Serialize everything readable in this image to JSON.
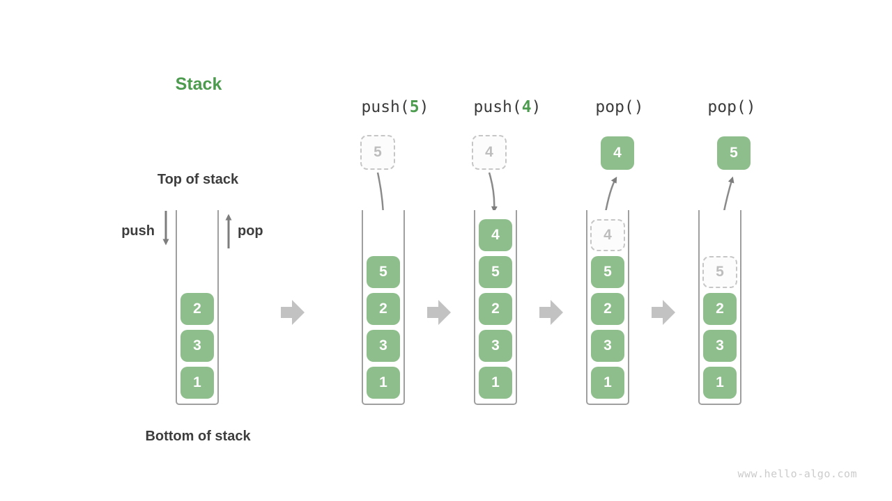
{
  "title": "Stack",
  "labels": {
    "top_of_stack": "Top of stack",
    "bottom_of_stack": "Bottom of stack",
    "push": "push",
    "pop": "pop"
  },
  "watermark": "www.hello-algo.com",
  "colors": {
    "box_green": "#8EBE8B",
    "accent_green": "#4C9B4F",
    "label_dark": "#3d3d3d",
    "arrow_gray": "#7d7d7d",
    "block_arrow_gray": "#c2c2c2",
    "ghost_gray": "#bdbdbd"
  },
  "columns": [
    {
      "items": [
        "2",
        "3",
        "1"
      ]
    },
    {
      "op": {
        "prefix": "push(",
        "arg": "5",
        "suffix": ")"
      },
      "float_value": "5",
      "items": [
        "5",
        "2",
        "3",
        "1"
      ]
    },
    {
      "op": {
        "prefix": "push(",
        "arg": "4",
        "suffix": ")"
      },
      "float_value": "4",
      "items": [
        "4",
        "5",
        "2",
        "3",
        "1"
      ]
    },
    {
      "op": {
        "prefix": "pop(",
        "arg": "",
        "suffix": ")"
      },
      "float_value": "4",
      "ghost": "4",
      "items": [
        "5",
        "2",
        "3",
        "1"
      ]
    },
    {
      "op": {
        "prefix": "pop(",
        "arg": "",
        "suffix": ")"
      },
      "float_value": "5",
      "ghost": "5",
      "items": [
        "2",
        "3",
        "1"
      ]
    }
  ]
}
